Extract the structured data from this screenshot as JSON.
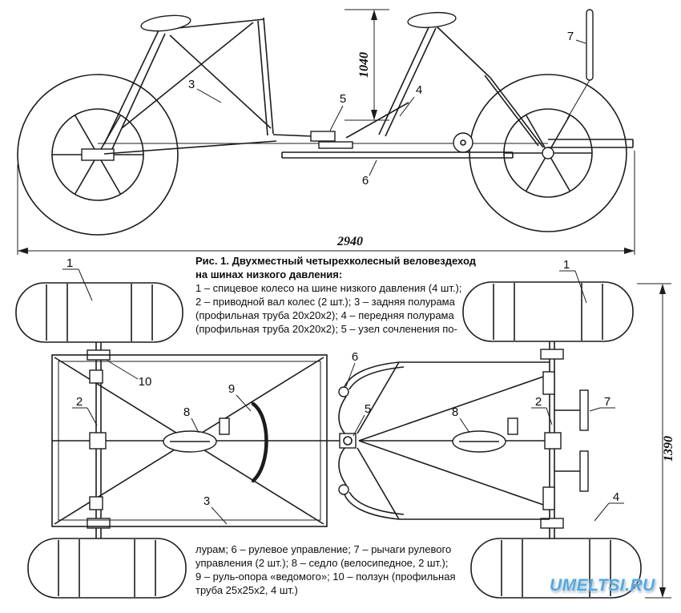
{
  "figure": {
    "caption_title_1": "Рис. 1. Двухместный четырехколесный веловездеход",
    "caption_title_2": "на шинах низкого давления:",
    "legend_top_lines": [
      "1 – спицевое колесо на шине низкого давления (4 шт.);",
      "2 – приводной вал колес (2 шт.); 3 – задняя полурама",
      "(профильная труба 20х20х2); 4 – передняя полурама",
      "(профильная труба 20х20х2); 5 – узел сочленения по-"
    ],
    "legend_bottom_lines": [
      "лурам; 6 – рулевое управление; 7 – рычаги рулевого",
      "управления (2 шт.); 8 – седло (велосипедное, 2 шт.);",
      "9 – руль-опора «ведомого»; 10 – ползун (профильная",
      "труба 25х25х2, 4 шт.)"
    ]
  },
  "dimensions": {
    "overall_length_mm": "2940",
    "overall_height_mm": "1040",
    "overall_width_mm": "1390"
  },
  "side_view_callouts": {
    "rear_halfframe": "3",
    "joint": "5",
    "front_halfframe": "4",
    "steering": "6",
    "lever": "7"
  },
  "top_view_callouts": {
    "wheel_left": "1",
    "wheel_right": "1",
    "drive_left": "2",
    "drive_right": "2",
    "rear_halfframe": "3",
    "front_halfframe": "4",
    "joint": "5",
    "steering": "6",
    "lever": "7",
    "seat_left": "8",
    "seat_right": "8",
    "handlebar": "9",
    "slider": "10"
  },
  "watermark": {
    "text": "UMELTSI.RU",
    "color": "#55a7dd"
  },
  "colors": {
    "line": "#1c1c1c",
    "background": "#ffffff"
  }
}
